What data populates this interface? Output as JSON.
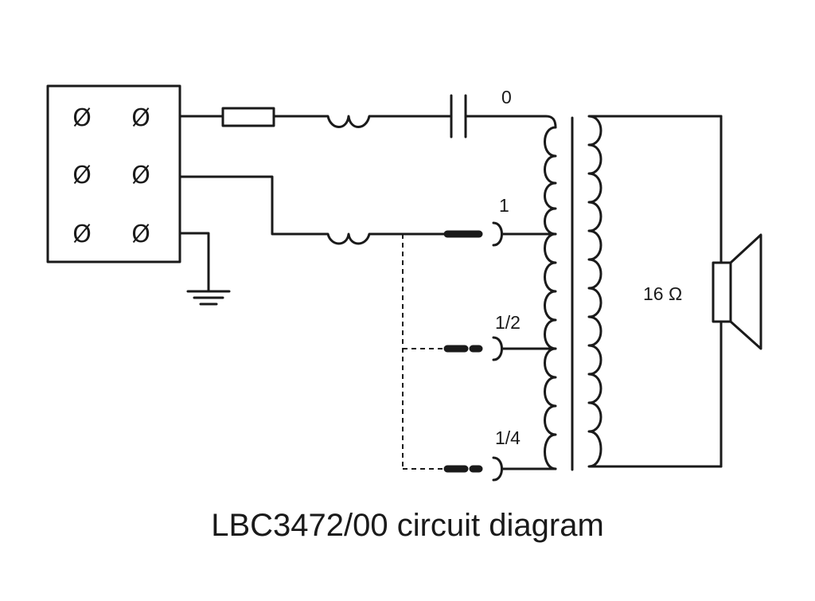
{
  "caption": "LBC3472/00 circuit diagram",
  "terminal_block": {
    "symbols": [
      "Ø",
      "Ø",
      "Ø",
      "Ø",
      "Ø",
      "Ø"
    ]
  },
  "taps": {
    "tap_0": "0",
    "tap_1": "1",
    "tap_half": "1/2",
    "tap_quarter": "1/4"
  },
  "speaker": {
    "impedance": "16 Ω"
  }
}
